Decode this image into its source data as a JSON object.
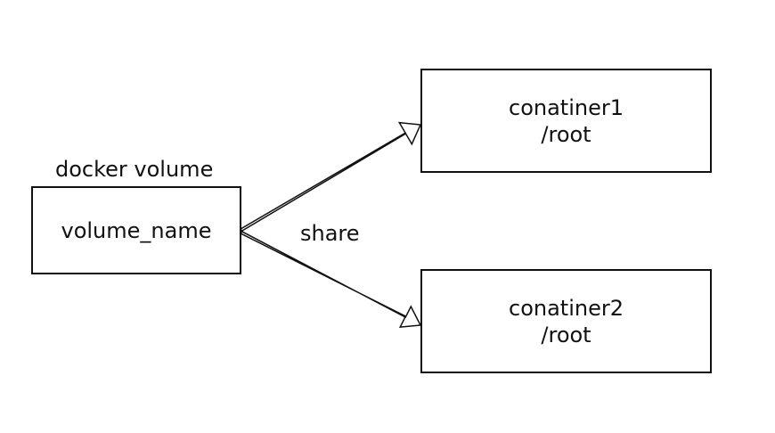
{
  "diagram": {
    "volume": {
      "caption": "docker volume",
      "name": "volume_name"
    },
    "edge_label": "share",
    "containers": [
      {
        "name": "conatiner1",
        "path": "/root"
      },
      {
        "name": "conatiner2",
        "path": "/root"
      }
    ],
    "colors": {
      "stroke": "#111111",
      "background": "#ffffff",
      "arrow_fill": "#ffffff"
    }
  }
}
